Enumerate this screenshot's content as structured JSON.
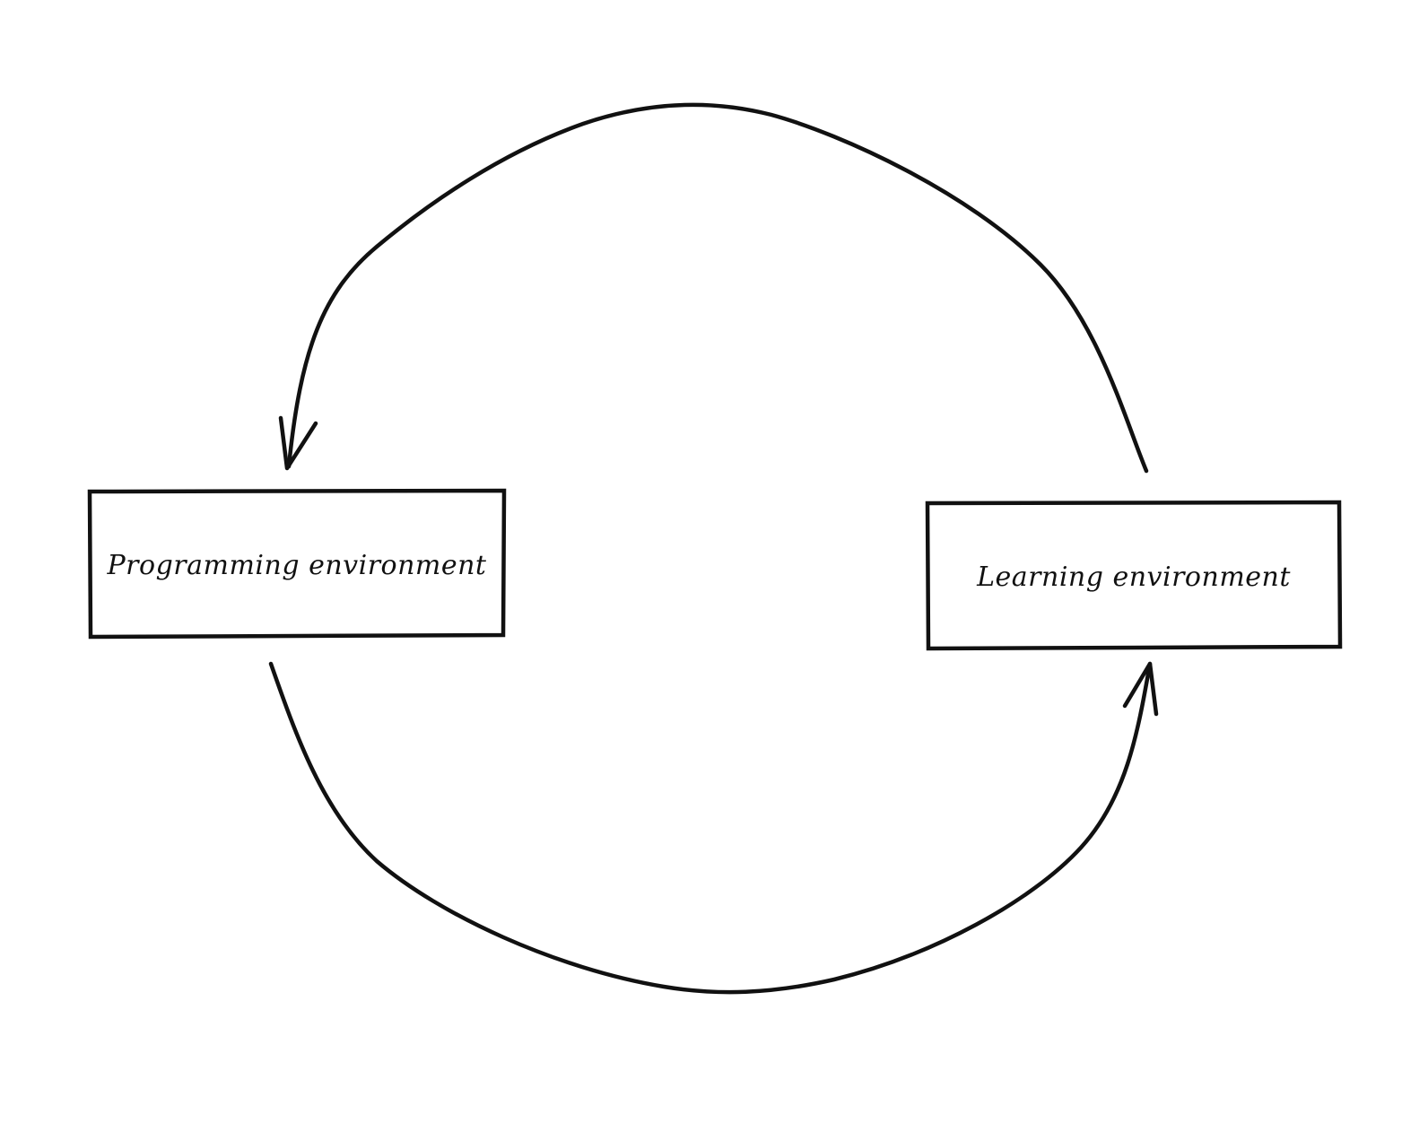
{
  "diagram": {
    "nodes": [
      {
        "id": "programming",
        "label": "Programming environment"
      },
      {
        "id": "learning",
        "label": "Learning environment"
      }
    ],
    "edges": [
      {
        "from": "learning",
        "to": "programming"
      },
      {
        "from": "programming",
        "to": "learning"
      }
    ],
    "colors": {
      "stroke": "#111111",
      "background": "#ffffff"
    }
  }
}
